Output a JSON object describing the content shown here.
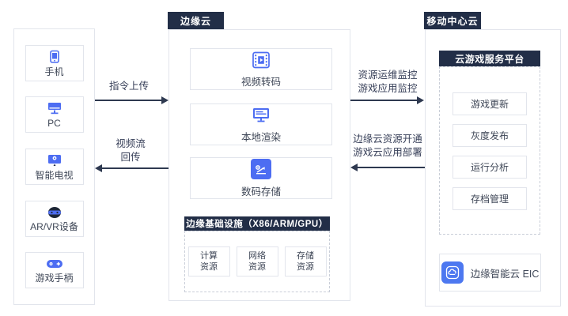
{
  "diagram": {
    "left_panel": {
      "devices": [
        {
          "label": "手机",
          "icon": "phone-icon"
        },
        {
          "label": "PC",
          "icon": "pc-icon"
        },
        {
          "label": "智能电视",
          "icon": "smart-tv-icon"
        },
        {
          "label": "AR/VR设备",
          "icon": "vr-headset-icon"
        },
        {
          "label": "游戏手柄",
          "icon": "gamepad-icon"
        }
      ]
    },
    "edge_cloud": {
      "title": "边缘云",
      "services": [
        {
          "label": "视频转码",
          "icon": "video-transcode-icon"
        },
        {
          "label": "本地渲染",
          "icon": "local-render-icon"
        },
        {
          "label": "数码存储",
          "icon": "digital-storage-icon"
        }
      ],
      "infrastructure": {
        "title": "边缘基础设施（X86/ARM/GPU）",
        "resources": [
          {
            "line1": "计算",
            "line2": "资源"
          },
          {
            "line1": "网络",
            "line2": "资源"
          },
          {
            "line1": "存储",
            "line2": "资源"
          }
        ]
      }
    },
    "central_cloud": {
      "title": "移动中心云",
      "platform": {
        "title": "云游戏服务平台",
        "items": [
          {
            "label": "游戏更新"
          },
          {
            "label": "灰度发布"
          },
          {
            "label": "运行分析"
          },
          {
            "label": "存档管理"
          }
        ]
      },
      "eic": {
        "label": "边缘智能云 EIC",
        "icon": "eic-cloud-icon"
      }
    },
    "arrows": {
      "upload": {
        "label": "指令上传",
        "direction": "right"
      },
      "video_return": {
        "line1": "视频流",
        "line2": "回传",
        "direction": "left"
      },
      "monitoring": {
        "line1": "资源运维监控",
        "line2": "游戏应用监控",
        "direction": "right"
      },
      "provisioning": {
        "line1": "边缘云资源开通",
        "line2": "游戏云应用部署",
        "direction": "left"
      }
    },
    "colors": {
      "accent_blue": "#4d6df2",
      "dark_navy": "#222e47",
      "border": "#e2e5ec",
      "dashed_border": "#c9ced8",
      "arrow": "#2e3950"
    }
  }
}
